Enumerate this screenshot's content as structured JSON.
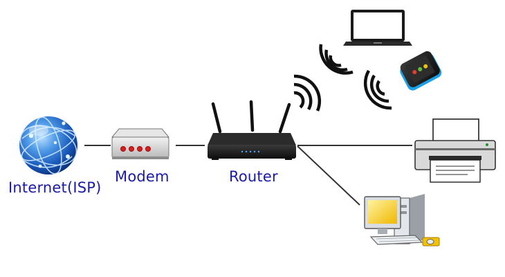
{
  "diagram": {
    "nodes": {
      "internet": {
        "label": "Internet(ISP)",
        "icon": "globe-icon"
      },
      "modem": {
        "label": "Modem",
        "icon": "modem-icon"
      },
      "router": {
        "label": "Router",
        "icon": "router-icon"
      },
      "laptop": {
        "icon": "laptop-icon"
      },
      "phone": {
        "icon": "smartphone-icon"
      },
      "printer": {
        "icon": "printer-icon"
      },
      "desktop": {
        "icon": "desktop-computer-icon"
      }
    },
    "links": [
      {
        "from": "internet",
        "to": "modem",
        "type": "wired"
      },
      {
        "from": "modem",
        "to": "router",
        "type": "wired"
      },
      {
        "from": "router",
        "to": "printer",
        "type": "wired"
      },
      {
        "from": "router",
        "to": "desktop",
        "type": "wired"
      },
      {
        "from": "router",
        "to": "laptop",
        "type": "wireless"
      },
      {
        "from": "router",
        "to": "phone",
        "type": "wireless"
      }
    ],
    "colors": {
      "label": "#1a1aa8",
      "line": "#333333",
      "globe": "#1f6fd1",
      "monitor_screen": "#f2c200",
      "phone_accent": "#1aa0e6"
    }
  }
}
